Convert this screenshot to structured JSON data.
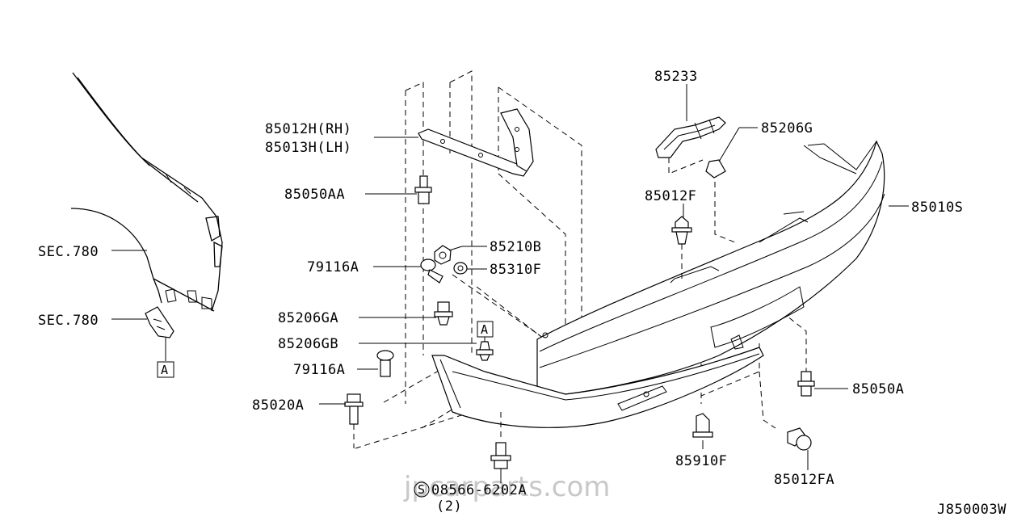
{
  "diagram": {
    "drawing_code": "J850003W",
    "watermark": "jpcarparts.com",
    "callout_letter": "A",
    "labels": {
      "p85233": "85233",
      "p85206g": "85206G",
      "p85012h": "85012H(RH)",
      "p85013h": "85013H(LH)",
      "p85050aa": "85050AA",
      "p85012f": "85012F",
      "p85010s": "85010S",
      "sec780a": "SEC.780",
      "p85210b": "85210B",
      "p79116a_1": "79116A",
      "p85310f": "85310F",
      "sec780b": "SEC.780",
      "p85206ga": "85206GA",
      "p85206gb": "85206GB",
      "p79116a_2": "79116A",
      "p85050a": "85050A",
      "p85020a": "85020A",
      "p85910f": "85910F",
      "p85012fa": "85012FA",
      "bolt_s": "S",
      "p08566": "08566-6202A",
      "qty": "(2)"
    }
  }
}
